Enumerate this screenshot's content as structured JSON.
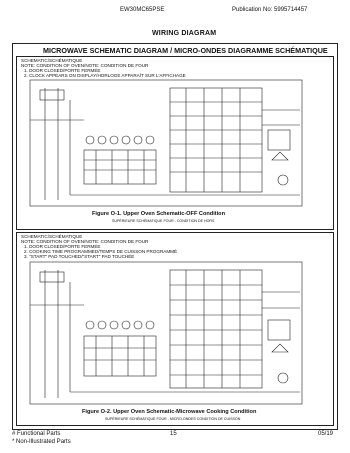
{
  "header": {
    "model": "EW30MC65PSE",
    "publication": "Publication No:  5995714457",
    "page_title": "WIRING DIAGRAM"
  },
  "diagram_title": "MICROWAVE SCHEMATIC DIAGRAM / MICRO-ONDES DIAGRAMME SCHÉMATIQUE",
  "figure1": {
    "heading": "SCHEMATIC/SCHÉMATIQUE",
    "note_title": "NOTE: CONDITION OF OVEN/NOTE: CONDITION DE FOUR",
    "notes": [
      "1.  DOOR CLOSED/PORTE FERMÉE",
      "2.  CLOCK APPEARS ON DISPLAY/HORLOGE APPARAÎT SUR L'AFFICHAGE"
    ],
    "caption": "Figure O-1. Upper Oven Schematic-OFF Condition",
    "caption_sub": "SUPÉRIEURE SCHÉMATIQUE FOUR - CONDITION DE HORS"
  },
  "figure2": {
    "heading": "SCHEMATIC/SCHÉMATIQUE",
    "note_title": "NOTE: CONDITION OF OVEN/NOTE: CONDITION DE FOUR",
    "notes": [
      "1.  DOOR CLOSED/PORTE FERMÉE",
      "2.  COOKING TIME PROGRAMMED/TEMPS DE CUISSON PROGRAMMÉ",
      "3.  \"START\" PAD TOUCHED/\"START\" PAD TOUCHÉE"
    ],
    "caption": "Figure O-2. Upper Oven Schematic-Microwave Cooking Condition",
    "caption_sub": "SUPÉRIEURE SCHÉMATIQUE FOUR - MICRO-ONDES CONDITION DE CUISSON"
  },
  "footer": {
    "functional": "# Functional Parts",
    "non_illustrated": "* Non-Illustrated Parts",
    "page_number": "15",
    "date": "05/19"
  }
}
